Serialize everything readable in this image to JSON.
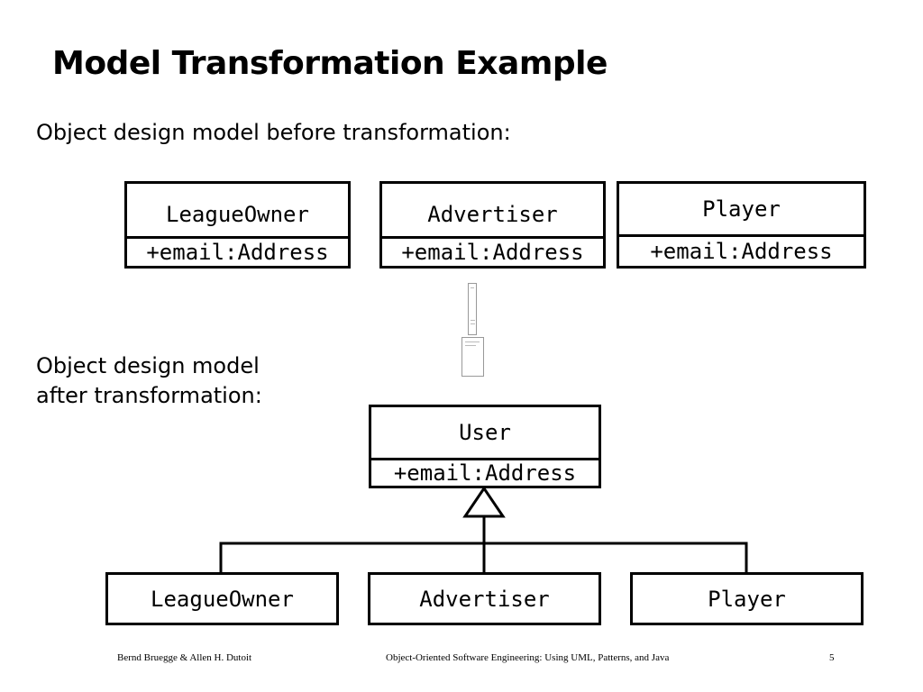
{
  "title": "Model Transformation Example",
  "before_caption": "Object design model before transformation:",
  "after_caption_line1": "Object design model",
  "after_caption_line2": "after transformation:",
  "before_classes": [
    {
      "name": "LeagueOwner",
      "attribute": "+email:Address"
    },
    {
      "name": "Advertiser",
      "attribute": "+email:Address"
    },
    {
      "name": "Player",
      "attribute": "+email:Address"
    }
  ],
  "superclass": {
    "name": "User",
    "attribute": "+email:Address"
  },
  "subclasses": [
    "LeagueOwner",
    "Advertiser",
    "Player"
  ],
  "footer": {
    "authors": "Bernd Bruegge & Allen H. Dutoit",
    "book": "Object-Oriented Software Engineering: Using UML, Patterns, and Java",
    "page": "5"
  }
}
